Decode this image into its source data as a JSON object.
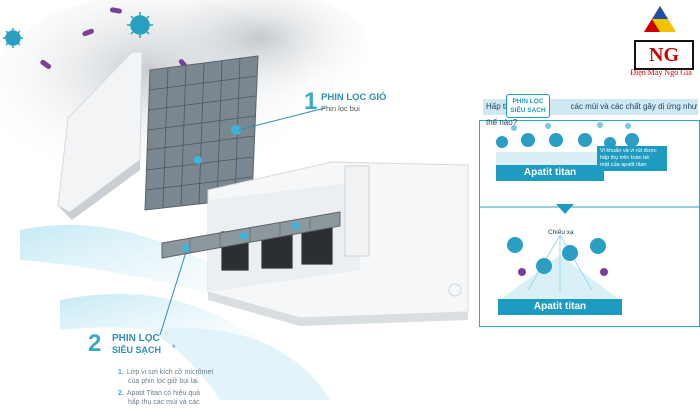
{
  "brand": {
    "logo_text": "NG",
    "name": "Điện Máy Ngô Gia"
  },
  "callout1": {
    "number": "1",
    "title": "PHIN LỌC GIÓ",
    "subtitle": "Phin lọc bụi"
  },
  "callout2": {
    "number": "2",
    "title_line1": "PHIN LỌC",
    "title_line2": "SIÊU SẠCH",
    "asterisk": "*",
    "items": [
      {
        "num": "1.",
        "line1": "Lớp vi sợi kích cỡ micrômet",
        "line2": "của phin lọc giữ bụi lại."
      },
      {
        "num": "2.",
        "line1": "Apatit Titan có hiệu quả",
        "line2": "hấp thụ các mùi và các"
      }
    ]
  },
  "diagram": {
    "question_prefix": "Hấp thụ",
    "question_suffix": "các mùi và các chất gây dị ứng như thế nào?",
    "tag_line1": "PHIN LỌC",
    "tag_line2": "SIÊU SẠCH",
    "top_label": "Apatit titan",
    "note_line1": "Vi khuẩn và vi rút được",
    "note_line2": "hấp thụ trên toàn bề",
    "note_line3": "mặt của apatit titan",
    "irradiation": "Chiếu xạ",
    "bottom_label": "Apatit titan"
  },
  "colors": {
    "accent": "#2aa6c6",
    "label_bg": "#1e9bc0",
    "logo_red": "#cc0000",
    "logo_blue": "#1f4fa8",
    "logo_yellow": "#f2c200"
  }
}
